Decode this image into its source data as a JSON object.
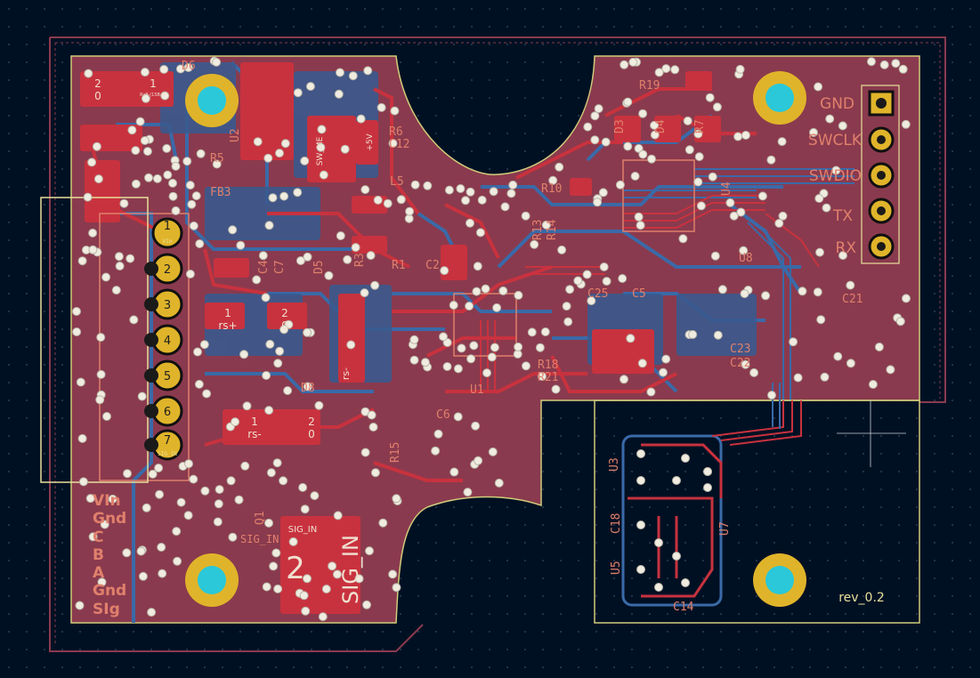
{
  "board": {
    "colors": {
      "background": "#001023",
      "copper_front": "#c8323e",
      "copper_back": "#3a6aa8",
      "pour": "#8a3a4e",
      "silk_front": "#e0806c",
      "silk_back": "#e8e09a",
      "pad_gold": "#e0b42a",
      "hole": "#2ac8d8",
      "via": "#f0ece0",
      "edge": "#d0cc7a"
    },
    "revision": "rev_0.2",
    "left_connector": {
      "pins": [
        "1",
        "2",
        "3",
        "4",
        "5",
        "6",
        "7"
      ],
      "labels": [
        "VIn",
        "Gnd",
        "C",
        "B",
        "A",
        "Gnd",
        "SIg"
      ],
      "pin1_text": "VIn",
      "pin7_text": "SIG_IN"
    },
    "debug_header": {
      "labels": [
        "GND",
        "SWCLK",
        "SWDIO",
        "TX",
        "RX"
      ]
    },
    "refdes": [
      "D6",
      "U2",
      "R5",
      "FB3",
      "C4",
      "C7",
      "D5",
      "R1",
      "C2",
      "R3",
      "L5",
      "R6",
      "C12",
      "R19",
      "D3",
      "D4",
      "R7",
      "R10",
      "R13",
      "R14",
      "U4",
      "C25",
      "C5",
      "U8",
      "C21",
      "C23",
      "C22",
      "D8",
      "R18",
      "R21",
      "R15",
      "Q1",
      "C6",
      "U1",
      "U3",
      "C18",
      "U5",
      "U7",
      "C14"
    ],
    "pad_texts": {
      "d6_pad1": "1",
      "d6_pad2_top": "2",
      "d6_pad2_bottom": "0",
      "d6_pad_small": "Rs8-(1SB-8)",
      "sw_me": "SW_ME",
      "sw_5v": "+5V",
      "rs_plus": "rs+",
      "rs_minus": "rs-",
      "sig_in": "SIG_IN",
      "big_2": "2",
      "big_sig": "SIG_IN",
      "pad_1": "1",
      "pad_2": "2",
      "pad_0": "0"
    }
  }
}
